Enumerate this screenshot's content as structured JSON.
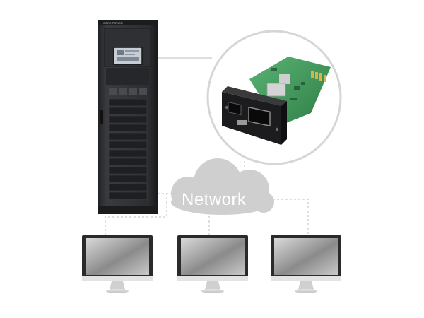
{
  "diagram": {
    "network_label": "Network",
    "cabinet_brand": "CORE POWER",
    "cloud_color": "#cfcfcf",
    "line_color": "#bdbdbd",
    "cabinet_color": "#2a2b2e",
    "card_pcb_color": "#3f9a5a",
    "monitors": [
      {
        "name": "left-monitor"
      },
      {
        "name": "center-monitor"
      },
      {
        "name": "right-monitor"
      }
    ]
  }
}
